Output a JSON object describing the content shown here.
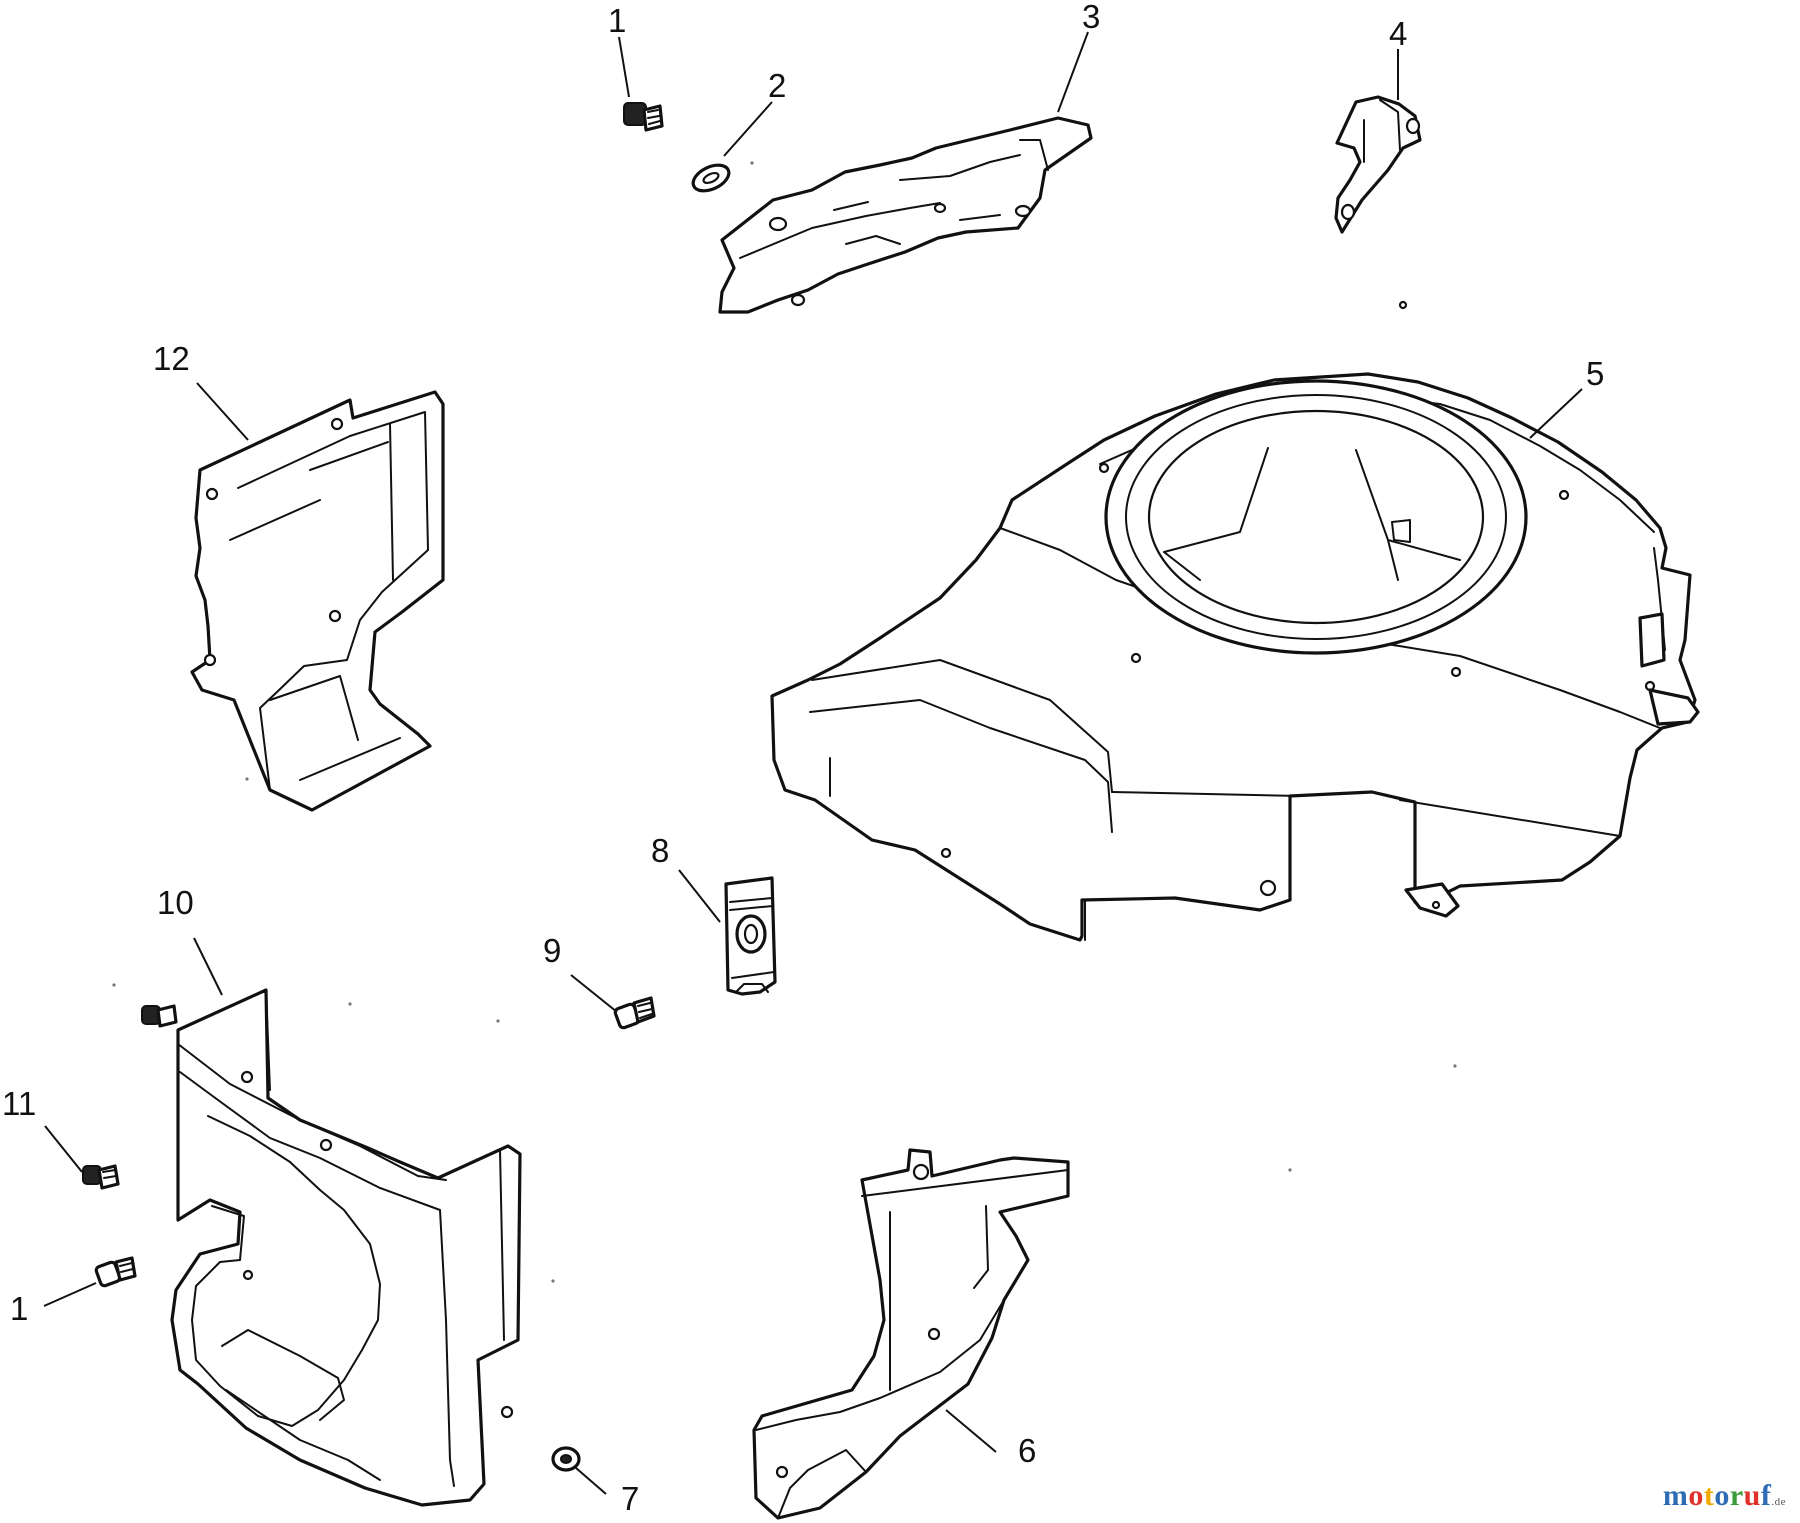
{
  "diagram": {
    "callouts": [
      {
        "id": "c1a",
        "label": "1"
      },
      {
        "id": "c2",
        "label": "2"
      },
      {
        "id": "c3",
        "label": "3"
      },
      {
        "id": "c4",
        "label": "4"
      },
      {
        "id": "c5",
        "label": "5"
      },
      {
        "id": "c12",
        "label": "12"
      },
      {
        "id": "c8",
        "label": "8"
      },
      {
        "id": "c10",
        "label": "10"
      },
      {
        "id": "c9",
        "label": "9"
      },
      {
        "id": "c11",
        "label": "11"
      },
      {
        "id": "c1b",
        "label": "1"
      },
      {
        "id": "c6",
        "label": "6"
      },
      {
        "id": "c7",
        "label": "7"
      }
    ]
  },
  "watermark": {
    "letters": [
      "m",
      "o",
      "t",
      "o",
      "r",
      "u",
      "f"
    ],
    "colors": [
      "#2e6db5",
      "#e0322a",
      "#f2a900",
      "#2e6db5",
      "#3a9b3a",
      "#e0322a",
      "#2e6db5"
    ],
    "suffix": ".de"
  }
}
